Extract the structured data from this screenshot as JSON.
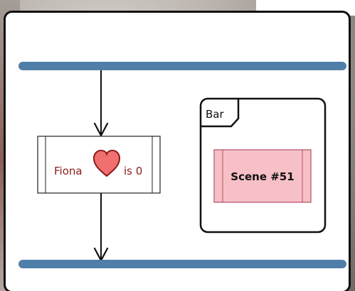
{
  "activity": {
    "name": "Fiona",
    "condition": "is 0",
    "icon": "heart-icon"
  },
  "frame": {
    "label": "Bar"
  },
  "scene": {
    "label": "Scene #51"
  },
  "colors": {
    "bar": "#4f7fa8",
    "heart": "#f07070",
    "scene_fill": "#f7c0c6",
    "activity_text": "#8b1a1a"
  }
}
